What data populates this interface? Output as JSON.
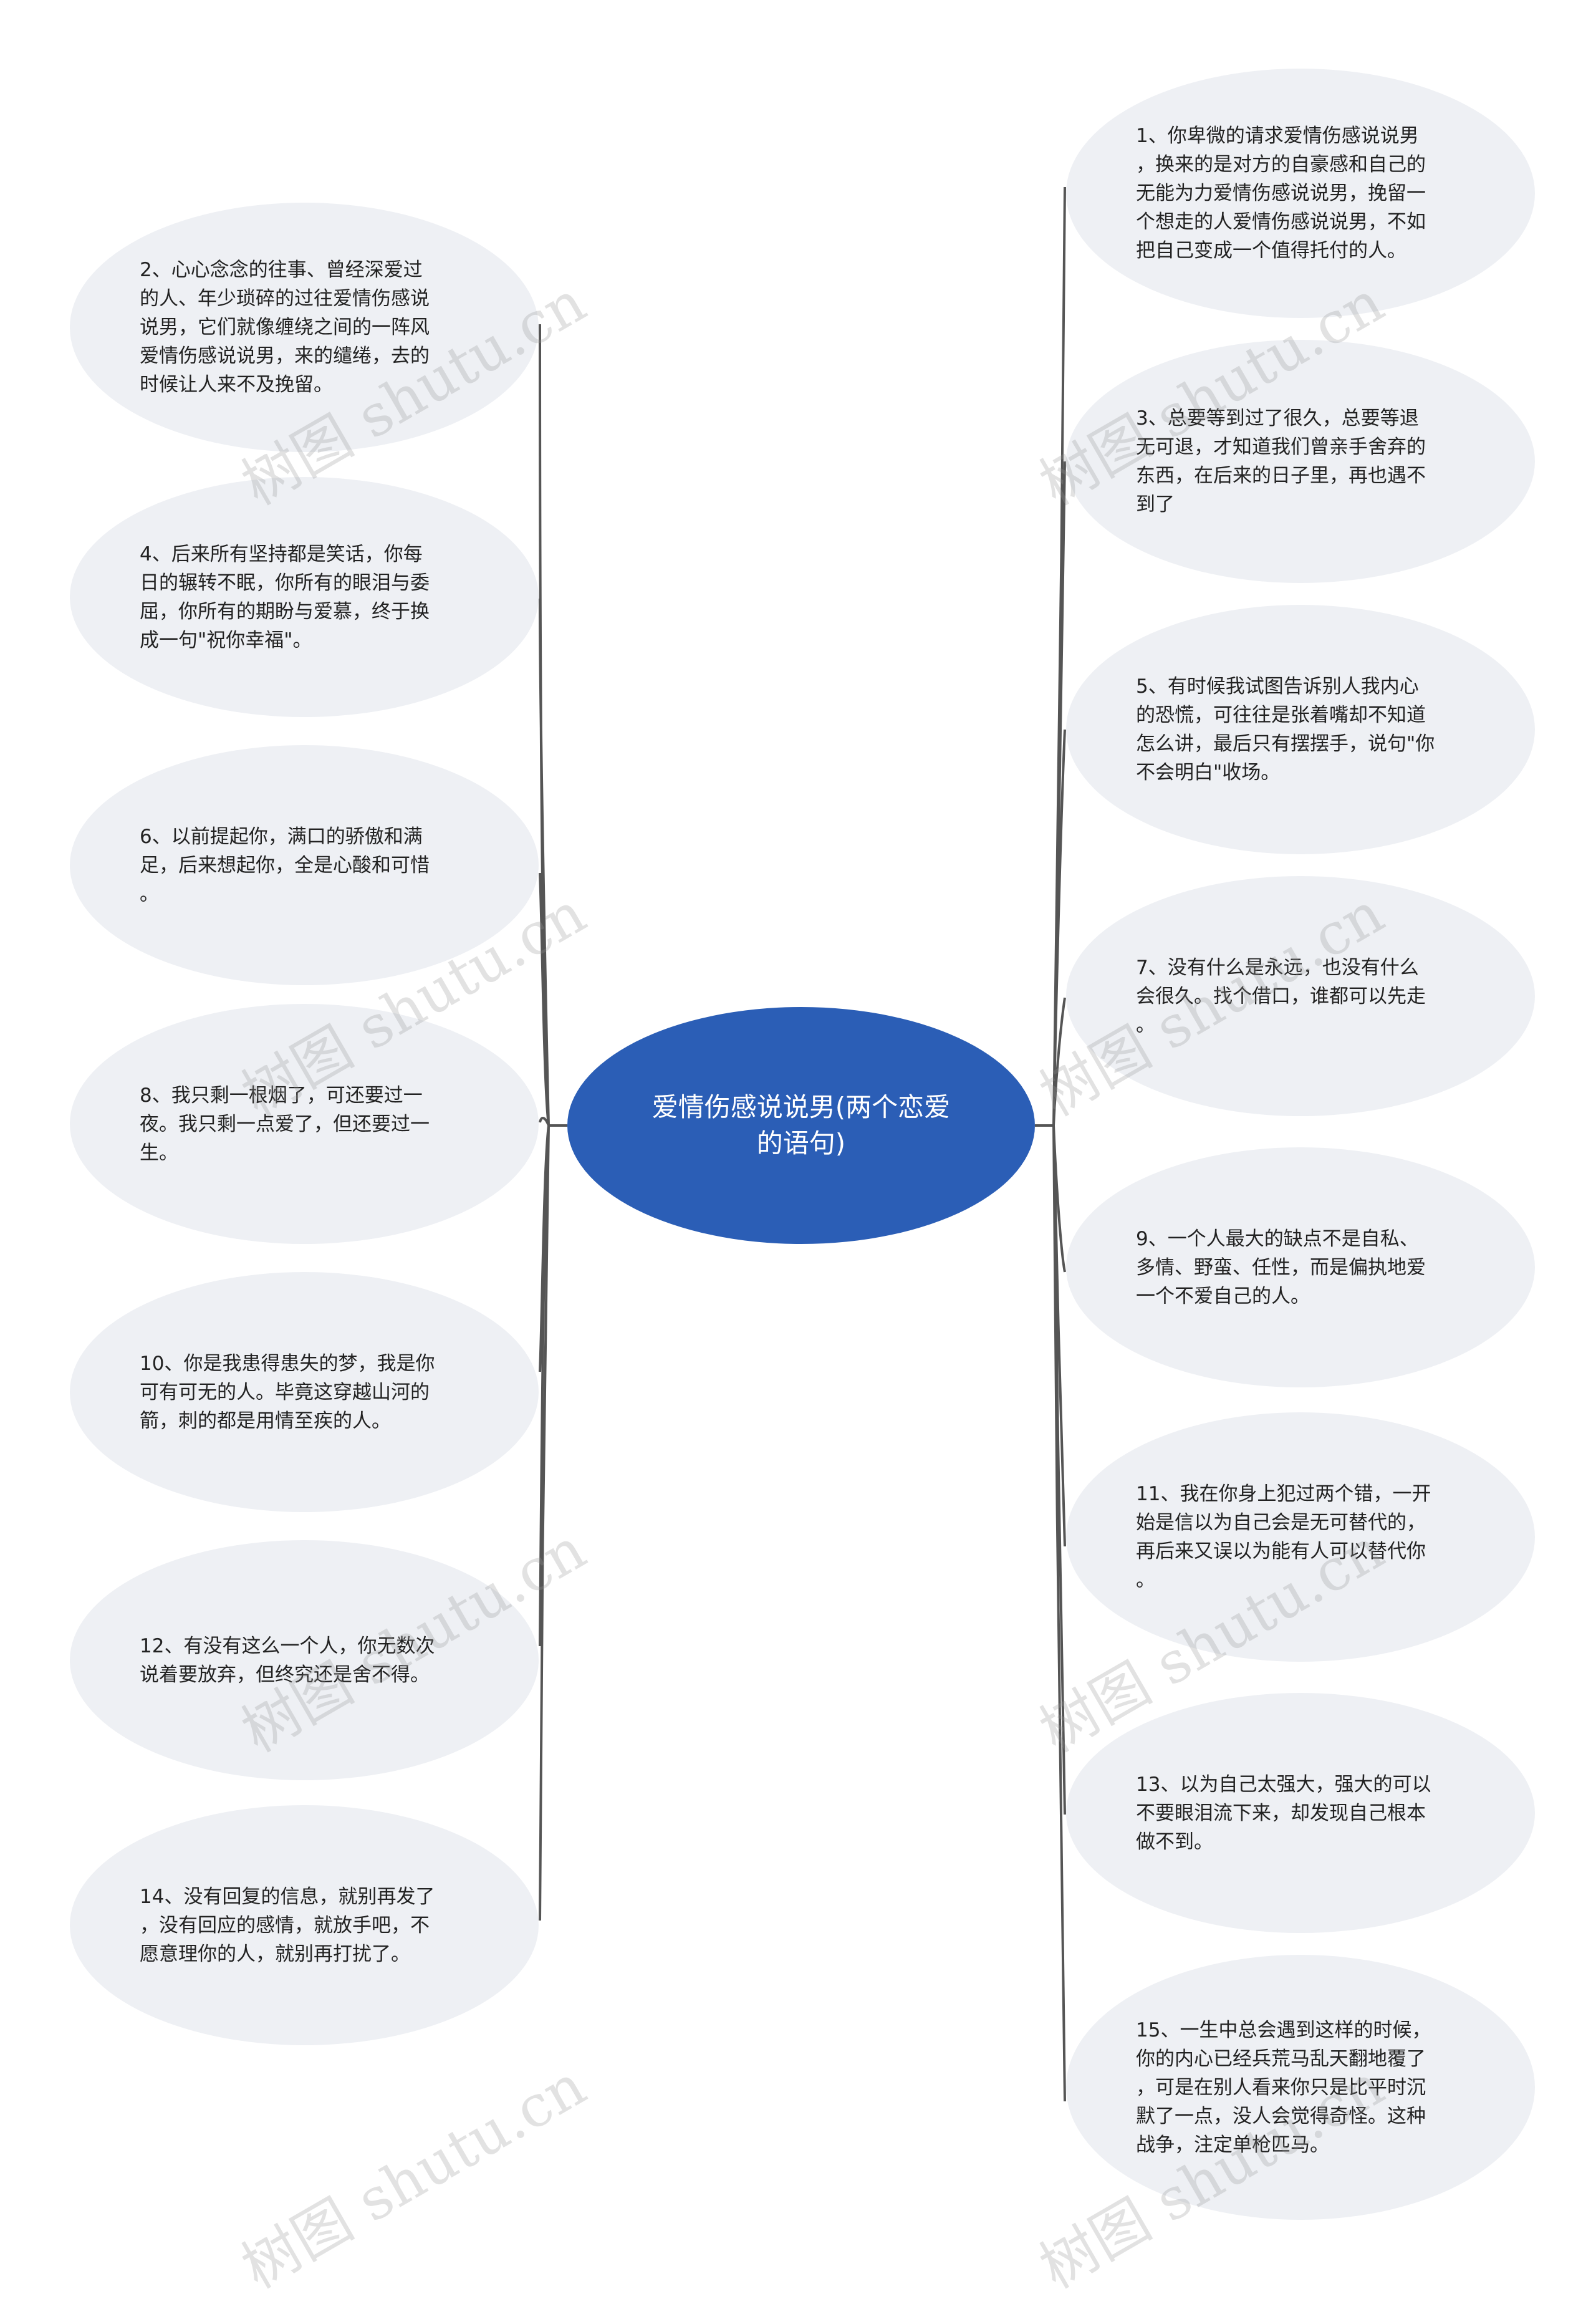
{
  "center": {
    "title": "爱情伤感说说男(两个恋爱\n的语句)"
  },
  "left_nodes": [
    {
      "text": "2、心心念念的往事、曾经深爱过\n的人、年少琐碎的过往爱情伤感说\n说男，它们就像缠绕之间的一阵风\n爱情伤感说说男，来的缱绻，去的\n时候让人来不及挽留。"
    },
    {
      "text": "4、后来所有坚持都是笑话，你每\n日的辗转不眠，你所有的眼泪与委\n屈，你所有的期盼与爱慕，终于换\n成一句\"祝你幸福\"。"
    },
    {
      "text": "6、以前提起你，满口的骄傲和满\n足，后来想起你，全是心酸和可惜\n。"
    },
    {
      "text": "8、我只剩一根烟了，可还要过一\n夜。我只剩一点爱了，但还要过一\n生。"
    },
    {
      "text": "10、你是我患得患失的梦，我是你\n可有可无的人。毕竟这穿越山河的\n箭，刺的都是用情至疾的人。"
    },
    {
      "text": "12、有没有这么一个人，你无数次\n说着要放弃，但终究还是舍不得。"
    },
    {
      "text": "14、没有回复的信息，就别再发了\n，没有回应的感情，就放手吧，不\n愿意理你的人，就别再打扰了。"
    }
  ],
  "right_nodes": [
    {
      "text": "1、你卑微的请求爱情伤感说说男\n，换来的是对方的自豪感和自己的\n无能为力爱情伤感说说男，挽留一\n个想走的人爱情伤感说说男，不如\n把自己变成一个值得托付的人。"
    },
    {
      "text": "3、总要等到过了很久，总要等退\n无可退，才知道我们曾亲手舍弃的\n东西，在后来的日子里，再也遇不\n到了"
    },
    {
      "text": "5、有时候我试图告诉别人我内心\n的恐慌，可往往是张着嘴却不知道\n怎么讲，最后只有摆摆手，说句\"你\n不会明白\"收场。"
    },
    {
      "text": "7、没有什么是永远，也没有什么\n会很久。找个借口，谁都可以先走\n。"
    },
    {
      "text": "9、一个人最大的缺点不是自私、\n多情、野蛮、任性，而是偏执地爱\n一个不爱自己的人。"
    },
    {
      "text": "11、我在你身上犯过两个错，一开\n始是信以为自己会是无可替代的，\n再后来又误以为能有人可以替代你\n。"
    },
    {
      "text": "13、以为自己太强大，强大的可以\n不要眼泪流下来，却发现自己根本\n做不到。"
    },
    {
      "text": "15、一生中总会遇到这样的时候，\n你的内心已经兵荒马乱天翻地覆了\n，可是在别人看来你只是比平时沉\n默了一点，没人会觉得奇怪。这种\n战争，注定单枪匹马。"
    }
  ],
  "watermark": "树图 shutu.cn",
  "colors": {
    "center": "#2b5eb6",
    "node": "#eef0f4",
    "line": "#555555"
  }
}
